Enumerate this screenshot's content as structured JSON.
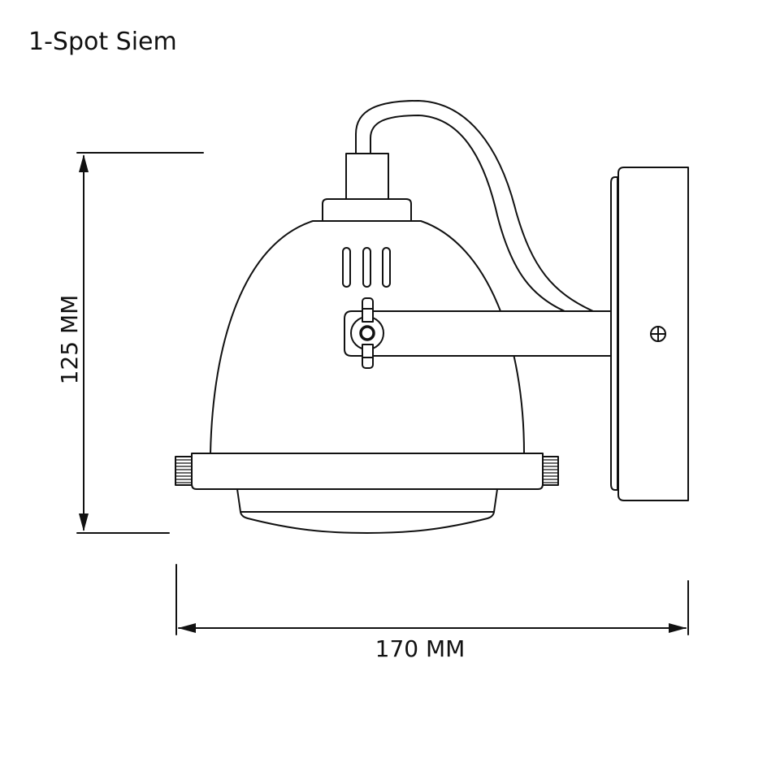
{
  "title": "1-Spot Siem",
  "dimensions": {
    "height_label": "125 MM",
    "width_label": "170 MM"
  },
  "colors": {
    "line": "#111111",
    "background": "#ffffff"
  }
}
